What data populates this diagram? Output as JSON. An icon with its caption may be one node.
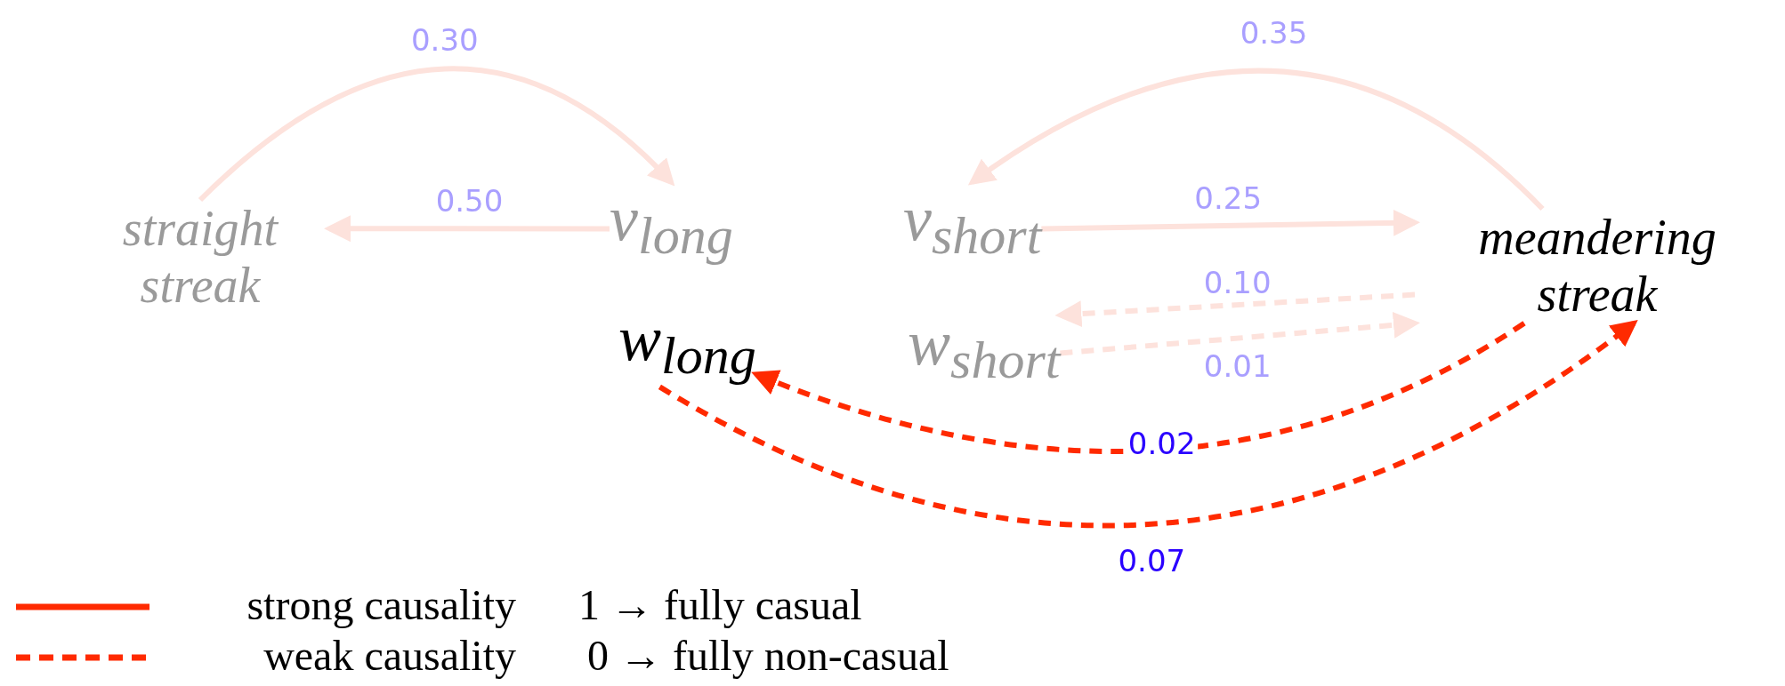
{
  "diagram": {
    "nodes": [
      {
        "text": [
          "straight streak"
        ]
      },
      {
        "text": [
          "v$_{long}$"
        ]
      },
      {
        "text": [
          "v$_{short}$"
        ]
      },
      {
        "text": [
          "meandering streak"
        ]
      },
      {
        "text": [
          "w$_{long}$"
        ]
      },
      {
        "text": [
          "w$_{short}$"
        ]
      }
    ],
    "edges": [
      {
        "from": 1,
        "to": 0,
        "arrow": "to",
        "label": "0.50"
      },
      {
        "from": 0,
        "to": 1,
        "arrow": "to",
        "label": "0.30"
      },
      {
        "from": 3,
        "to": 2,
        "arrow": "to",
        "label": "0.35"
      },
      {
        "from": 2,
        "to": 3,
        "arrow": "to",
        "label": "0.25"
      },
      {
        "from": 3,
        "to": 5,
        "arrow": "to",
        "label": "0.10",
        "style": "dashed"
      },
      {
        "from": 5,
        "to": 3,
        "arrow": "to",
        "label": "0.01",
        "style": "dashed"
      },
      {
        "from": 3,
        "to": 4,
        "arrow": "to",
        "label": "0.02",
        "style": "dashed",
        "color": "#ff2a00"
      },
      {
        "from": 4,
        "to": 3,
        "arrow": "to",
        "label": "0.07",
        "style": "dashed",
        "color": "#ff2a00"
      }
    ],
    "labels": [
      "1 → fully casual",
      "0 → fully non-casual"
    ],
    "legend": [
      {
        "text": "strong causality"
      },
      {
        "text": "weak causality"
      }
    ]
  }
}
